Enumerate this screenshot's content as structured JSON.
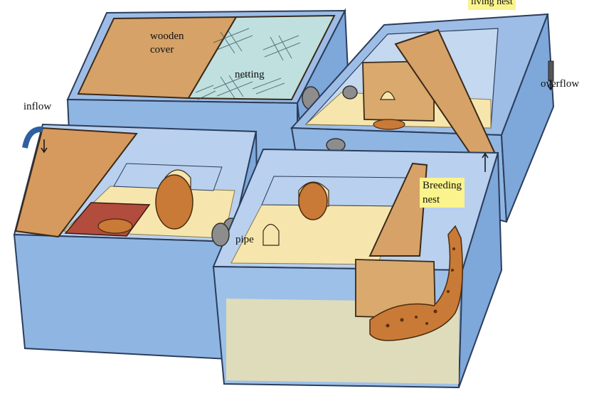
{
  "labels": {
    "wooden_cover_line1": "wooden",
    "wooden_cover_line2": "cover",
    "netting": "netting",
    "inflow": "inflow",
    "overflow": "overflow",
    "pipe": "pipe",
    "breeding_nest_line1": "Breeding",
    "breeding_nest_line2": "nest",
    "living_nest": "living nest"
  },
  "colors": {
    "tank_blue": "#8fb6e2",
    "tank_blue_dark": "#5d8ccc",
    "wood": "#d6a267",
    "sand": "#f6e6ad",
    "netting": "#bfe0de",
    "salamander": "#c87a36",
    "label_highlight": "#fbf38c"
  }
}
